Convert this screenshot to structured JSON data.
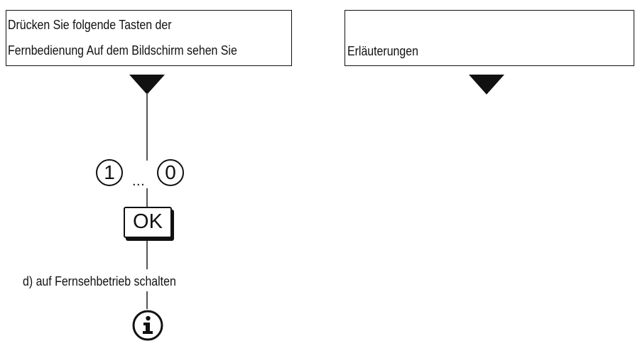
{
  "left_column": {
    "header_line1": "Drücken Sie folgende Tasten der",
    "header_line2": "Fernbedienung Auf dem Bildschirm sehen Sie"
  },
  "right_column": {
    "header_line1": "Erläuterungen"
  },
  "steps": {
    "digit_key_start": "1",
    "digit_key_separator": "...",
    "digit_key_end": "0",
    "ok_key": "OK",
    "step_d_label": "d) auf Fernsehbetrieb schalten",
    "info_key_icon": "info-icon"
  },
  "colors": {
    "ink": "#111111",
    "connector": "#555555",
    "background": "#ffffff"
  }
}
